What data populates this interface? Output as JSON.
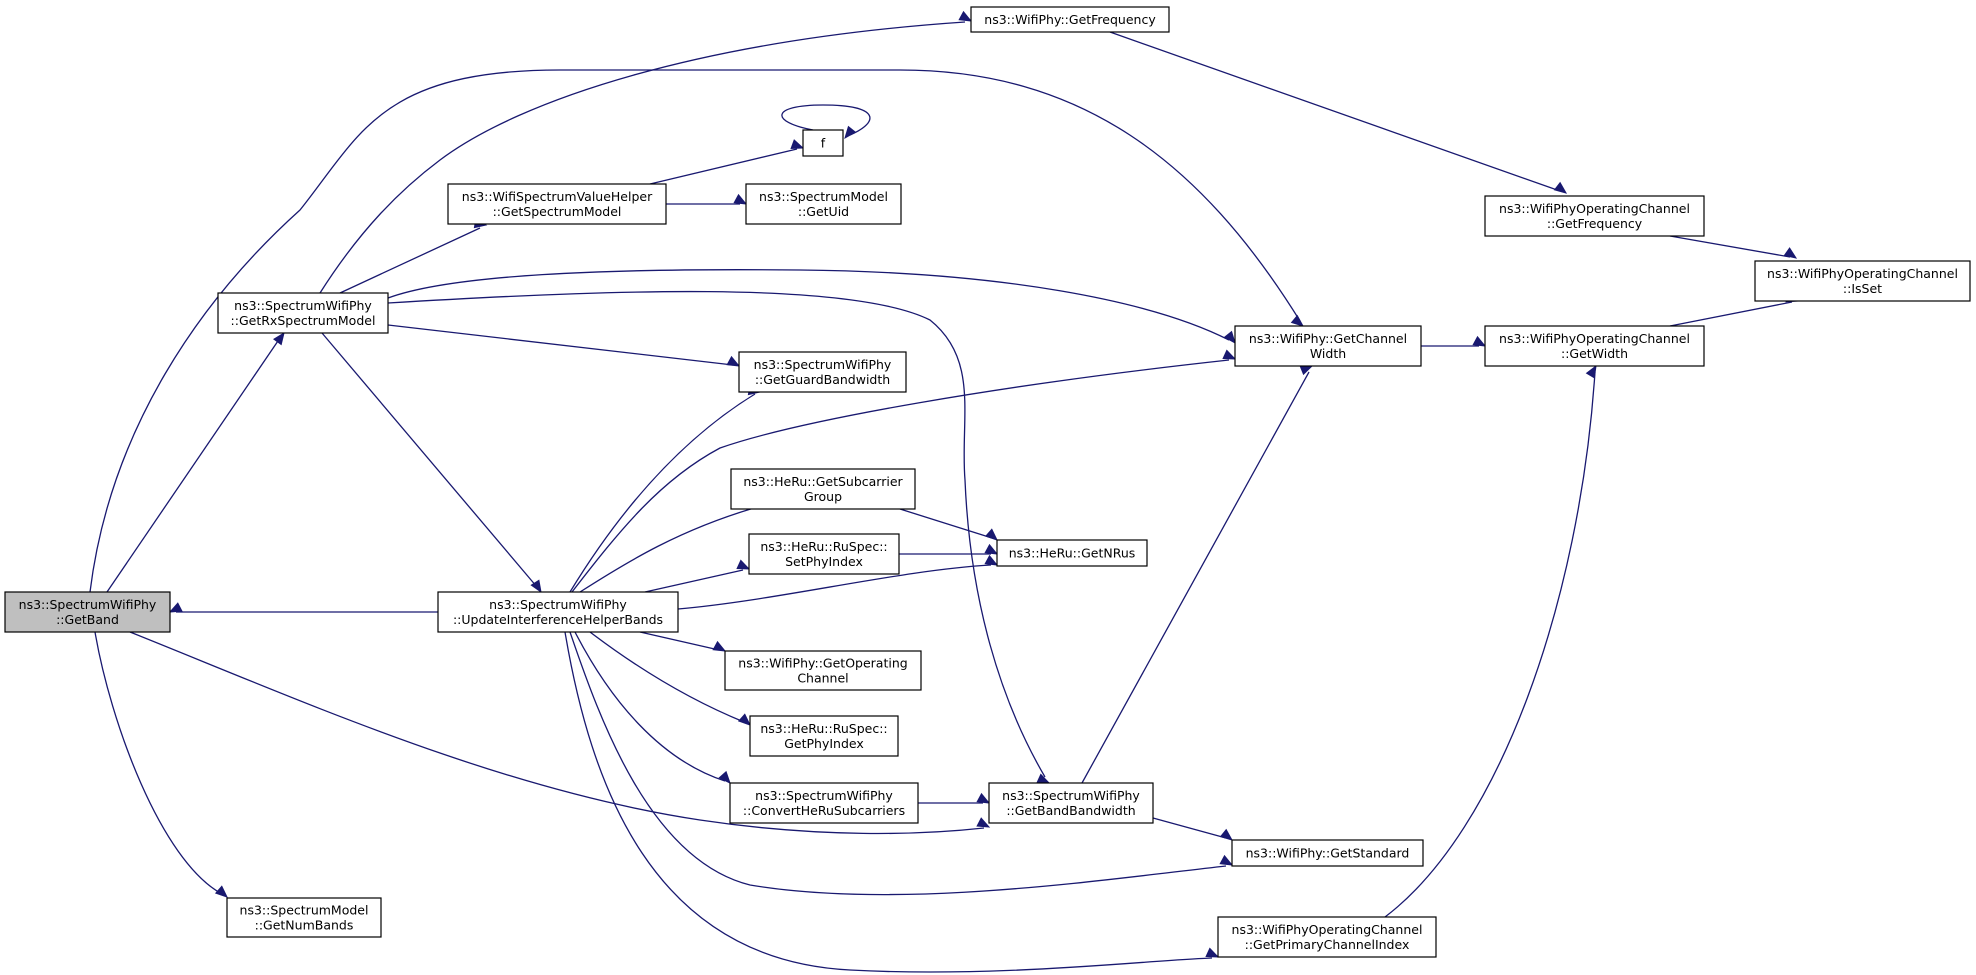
{
  "colors": {
    "edge": "#191970",
    "root_fill": "#bfbfbf",
    "node_fill": "#ffffff",
    "node_border": "#000000"
  },
  "nodes": {
    "getband": {
      "lines": [
        "ns3::SpectrumWifiPhy",
        "::GetBand"
      ],
      "root": true
    },
    "getrxspectrum": {
      "lines": [
        "ns3::SpectrumWifiPhy",
        "::GetRxSpectrumModel"
      ]
    },
    "updateinterference": {
      "lines": [
        "ns3::SpectrumWifiPhy",
        "::UpdateInterferenceHelperBands"
      ]
    },
    "getnumbands": {
      "lines": [
        "ns3::SpectrumModel",
        "::GetNumBands"
      ]
    },
    "getspectrummodel": {
      "lines": [
        "ns3::WifiSpectrumValueHelper",
        "::GetSpectrumModel"
      ]
    },
    "f": {
      "lines": [
        "f"
      ]
    },
    "getuid": {
      "lines": [
        "ns3::SpectrumModel",
        "::GetUid"
      ]
    },
    "phygetfrequency": {
      "lines": [
        "ns3::WifiPhy::GetFrequency"
      ]
    },
    "guardbandwidth": {
      "lines": [
        "ns3::SpectrumWifiPhy",
        "::GetGuardBandwidth"
      ]
    },
    "subcarriergroup": {
      "lines": [
        "ns3::HeRu::GetSubcarrier",
        "Group"
      ]
    },
    "setphyindex": {
      "lines": [
        "ns3::HeRu::RuSpec::",
        "SetPhyIndex"
      ]
    },
    "getnrus": {
      "lines": [
        "ns3::HeRu::GetNRus"
      ]
    },
    "getoperating": {
      "lines": [
        "ns3::WifiPhy::GetOperating",
        "Channel"
      ]
    },
    "getphyindex": {
      "lines": [
        "ns3::HeRu::RuSpec::",
        "GetPhyIndex"
      ]
    },
    "convertheru": {
      "lines": [
        "ns3::SpectrumWifiPhy",
        "::ConvertHeRuSubcarriers"
      ]
    },
    "bandbandwidth": {
      "lines": [
        "ns3::SpectrumWifiPhy",
        "::GetBandBandwidth"
      ]
    },
    "channelwidth": {
      "lines": [
        "ns3::WifiPhy::GetChannel",
        "Width"
      ]
    },
    "getstandard": {
      "lines": [
        "ns3::WifiPhy::GetStandard"
      ]
    },
    "primarychannel": {
      "lines": [
        "ns3::WifiPhyOperatingChannel",
        "::GetPrimaryChannelIndex"
      ]
    },
    "opfrequency": {
      "lines": [
        "ns3::WifiPhyOperatingChannel",
        "::GetFrequency"
      ]
    },
    "opwidth": {
      "lines": [
        "ns3::WifiPhyOperatingChannel",
        "::GetWidth"
      ]
    },
    "opisset": {
      "lines": [
        "ns3::WifiPhyOperatingChannel",
        "::IsSet"
      ]
    }
  },
  "edges": [
    [
      "getband",
      "getrxspectrum"
    ],
    [
      "getband",
      "channelwidth"
    ],
    [
      "getband",
      "bandbandwidth"
    ],
    [
      "getband",
      "getnumbands"
    ],
    [
      "updateinterference",
      "getband"
    ],
    [
      "getrxspectrum",
      "phygetfrequency"
    ],
    [
      "getrxspectrum",
      "getspectrummodel"
    ],
    [
      "getrxspectrum",
      "channelwidth"
    ],
    [
      "getrxspectrum",
      "bandbandwidth"
    ],
    [
      "getrxspectrum",
      "guardbandwidth"
    ],
    [
      "getrxspectrum",
      "updateinterference"
    ],
    [
      "getspectrummodel",
      "f"
    ],
    [
      "getspectrummodel",
      "getuid"
    ],
    [
      "f",
      "f"
    ],
    [
      "phygetfrequency",
      "opfrequency"
    ],
    [
      "opfrequency",
      "opisset"
    ],
    [
      "opwidth",
      "opisset"
    ],
    [
      "channelwidth",
      "opwidth"
    ],
    [
      "updateinterference",
      "guardbandwidth"
    ],
    [
      "updateinterference",
      "channelwidth"
    ],
    [
      "updateinterference",
      "subcarriergroup"
    ],
    [
      "updateinterference",
      "setphyindex"
    ],
    [
      "updateinterference",
      "getnrus"
    ],
    [
      "updateinterference",
      "getoperating"
    ],
    [
      "updateinterference",
      "getphyindex"
    ],
    [
      "updateinterference",
      "convertheru"
    ],
    [
      "updateinterference",
      "getstandard"
    ],
    [
      "updateinterference",
      "primarychannel"
    ],
    [
      "subcarriergroup",
      "getnrus"
    ],
    [
      "setphyindex",
      "getnrus"
    ],
    [
      "convertheru",
      "bandbandwidth"
    ],
    [
      "bandbandwidth",
      "channelwidth"
    ],
    [
      "bandbandwidth",
      "getstandard"
    ],
    [
      "primarychannel",
      "opwidth"
    ]
  ]
}
